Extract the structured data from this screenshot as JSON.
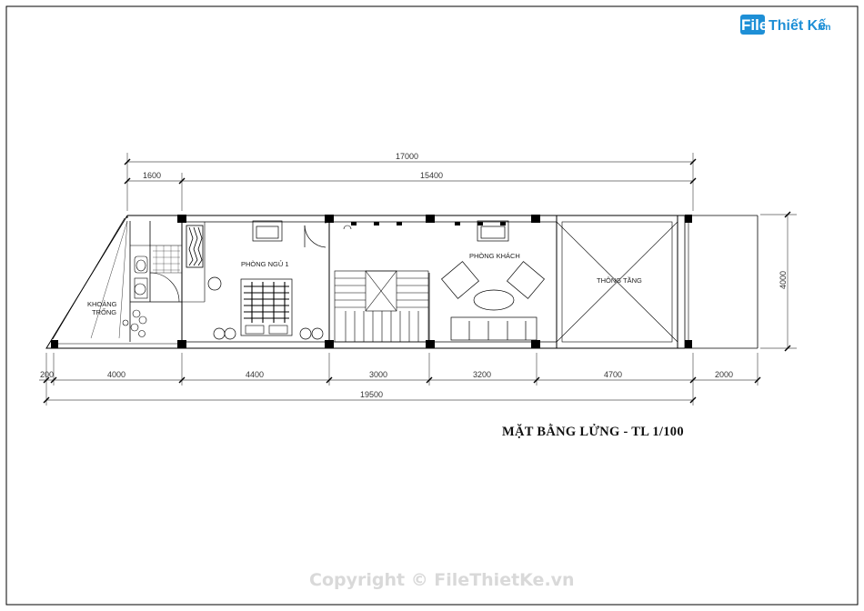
{
  "logo": {
    "file": "File",
    "name": "Thiết Kế",
    "suffix": ".vn"
  },
  "dims_top": {
    "overall": "17000",
    "left": "1600",
    "right": "15400"
  },
  "dims_bottom": {
    "d1": "200",
    "d2": "4000",
    "d3": "4400",
    "d4": "3000",
    "d5": "3200",
    "d6": "4700",
    "d7": "2000",
    "overall": "19500"
  },
  "dim_side": "4000",
  "rooms": {
    "bedroom": "PHÒNG NGỦ 1",
    "living": "PHÒNG KHÁCH",
    "void": "THÔNG TẦNG",
    "open_space_1": "KHOẢNG",
    "open_space_2": "TRỐNG"
  },
  "title": "MẶT BẰNG LỬNG - TL 1/100",
  "copyright": "Copyright © FileThietKe.vn",
  "colors": {
    "line": "#000000",
    "dim_line": "#555555",
    "logo_blue": "#1e8fd6",
    "watermark": "#d9d9d9"
  }
}
